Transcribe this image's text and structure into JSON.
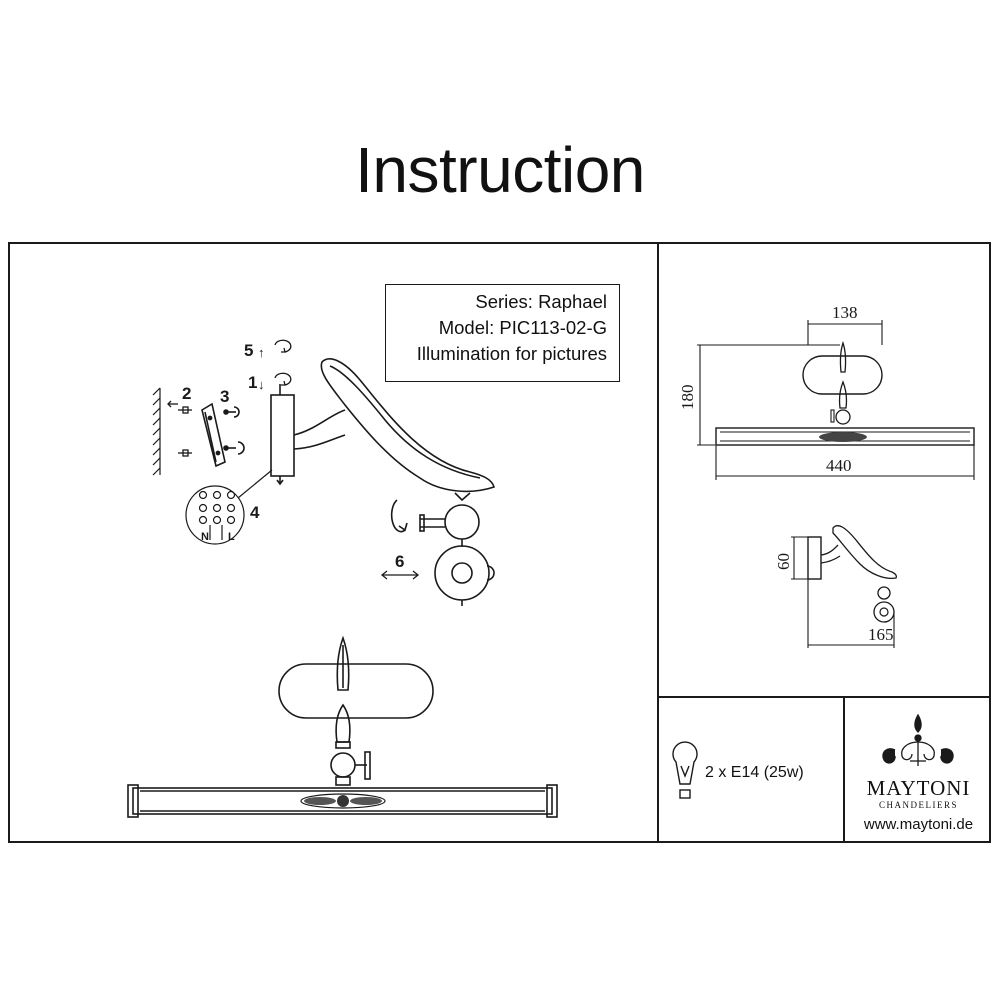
{
  "title": "Instruction",
  "info": {
    "series": "Series: Raphael",
    "model": "Model: PIC113-02-G",
    "description": "Illumination for pictures"
  },
  "steps": {
    "step1": "1",
    "step2": "2",
    "step3": "3",
    "step4": "4",
    "step5": "5",
    "step6": "6"
  },
  "wiring": {
    "neutral": "N",
    "live": "L"
  },
  "dimensions": {
    "shade_width": "138",
    "height": "180",
    "length": "440",
    "base_height": "60",
    "depth": "165"
  },
  "bulb": {
    "spec": "2 x E14 (25w)",
    "icon": "bulb-icon"
  },
  "brand": {
    "name": "MAYTONI",
    "tagline": "CHANDELIERS",
    "url": "www.maytoni.de",
    "logo_icon": "fleur-de-lis-icon"
  }
}
